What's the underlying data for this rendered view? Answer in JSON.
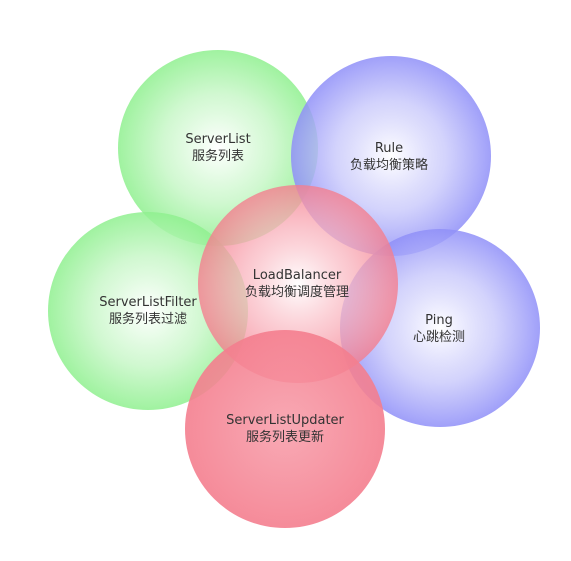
{
  "colors": {
    "green": "#8ff08f",
    "blue": "#8f8ff8",
    "pink": "#f47e8e",
    "text": "#333333",
    "background": "#ffffff"
  },
  "nodes": {
    "serverlist": {
      "name": "ServerList",
      "desc": "服务列表"
    },
    "rule": {
      "name": "Rule",
      "desc": "负载均衡策略"
    },
    "loadbalancer": {
      "name": "LoadBalancer",
      "desc": "负载均衡调度管理"
    },
    "serverlistfilter": {
      "name": "ServerListFilter",
      "desc": "服务列表过滤"
    },
    "ping": {
      "name": "Ping",
      "desc": "心跳检测"
    },
    "serverlistupdater": {
      "name": "ServerListUpdater",
      "desc": "服务列表更新"
    }
  }
}
